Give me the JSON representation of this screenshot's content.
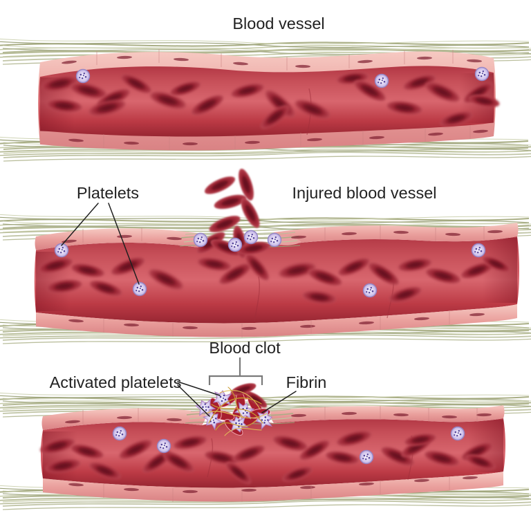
{
  "page": {
    "background": "#ffffff"
  },
  "diagram": {
    "panel_normal": {
      "title": "Blood vessel"
    },
    "panel_injured": {
      "title": "Injured blood vessel",
      "platelets_label": "Platelets"
    },
    "panel_clot": {
      "clot_label": "Blood clot",
      "activated_platelets_label": "Activated platelets",
      "fibrin_label": "Fibrin"
    }
  },
  "colors": {
    "background": "#ffffff",
    "label_text": "#222222",
    "leader_line": "#1f1f1f",
    "bracket_gray": "#7a7a7a",
    "vessel_wall_pink": "#eaa09d",
    "vessel_lumen_red": "#d8666e",
    "lumen_deep_red": "#972632",
    "red_blood_cell": "#8c1e2c",
    "platelet_lavender": "#ddd3f1",
    "platelet_dot_purple": "#4f3f96",
    "activated_platelet_outline": "#b07cc0",
    "fibrin_yellow": "#c99b2f",
    "fiber_olive": "#a9ae85",
    "endothelial_slit": "#7e1f30"
  }
}
